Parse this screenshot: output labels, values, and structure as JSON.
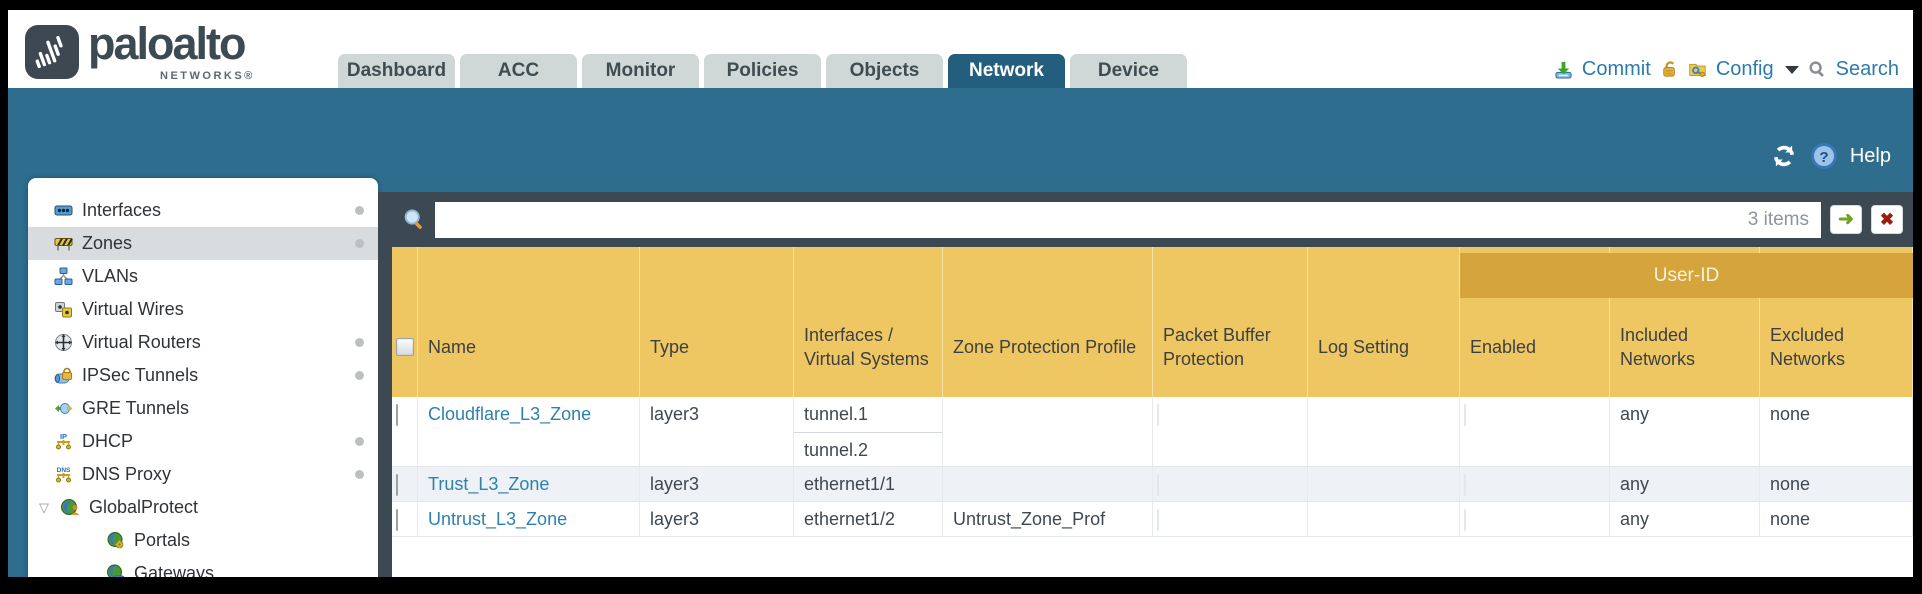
{
  "brand": {
    "wordmark": "paloalto",
    "sub": "NETWORKS®"
  },
  "tabs": [
    {
      "label": "Dashboard",
      "active": false
    },
    {
      "label": "ACC",
      "active": false
    },
    {
      "label": "Monitor",
      "active": false
    },
    {
      "label": "Policies",
      "active": false
    },
    {
      "label": "Objects",
      "active": false
    },
    {
      "label": "Network",
      "active": true
    },
    {
      "label": "Device",
      "active": false
    }
  ],
  "toolbar": {
    "commit_label": "Commit",
    "config_label": "Config",
    "search_label": "Search"
  },
  "tealbar": {
    "help_label": "Help"
  },
  "sidebar": {
    "items": [
      {
        "label": "Interfaces",
        "icon": "interfaces-icon",
        "dot": true
      },
      {
        "label": "Zones",
        "icon": "zones-icon",
        "dot": true,
        "selected": true
      },
      {
        "label": "VLANs",
        "icon": "vlans-icon",
        "dot": false
      },
      {
        "label": "Virtual Wires",
        "icon": "virtual-wires-icon",
        "dot": false
      },
      {
        "label": "Virtual Routers",
        "icon": "virtual-routers-icon",
        "dot": true
      },
      {
        "label": "IPSec Tunnels",
        "icon": "ipsec-tunnels-icon",
        "dot": true
      },
      {
        "label": "GRE Tunnels",
        "icon": "gre-tunnels-icon",
        "dot": false
      },
      {
        "label": "DHCP",
        "icon": "dhcp-icon",
        "dot": true
      },
      {
        "label": "DNS Proxy",
        "icon": "dns-proxy-icon",
        "dot": true
      },
      {
        "label": "GlobalProtect",
        "icon": "globalprotect-icon",
        "dot": false,
        "expanded": true
      },
      {
        "label": "Portals",
        "icon": "portals-icon",
        "dot": false,
        "child": true
      },
      {
        "label": "Gateways",
        "icon": "gateways-icon",
        "dot": false,
        "child": true
      }
    ]
  },
  "search_row": {
    "value": "",
    "count_label": "3 items"
  },
  "table": {
    "group_header": "User-ID",
    "columns": [
      "Name",
      "Type",
      "Interfaces / Virtual Systems",
      "Zone Protection Profile",
      "Packet Buffer Protection",
      "Log Setting",
      "Enabled",
      "Included Networks",
      "Excluded Networks"
    ],
    "rows": [
      {
        "name": "Cloudflare_L3_Zone",
        "type": "layer3",
        "interfaces": [
          "tunnel.1",
          "tunnel.2"
        ],
        "zone_protection_profile": "",
        "log_setting": "",
        "included_networks": "any",
        "excluded_networks": "none"
      },
      {
        "name": "Trust_L3_Zone",
        "type": "layer3",
        "interfaces": [
          "ethernet1/1"
        ],
        "zone_protection_profile": "",
        "log_setting": "",
        "included_networks": "any",
        "excluded_networks": "none"
      },
      {
        "name": "Untrust_L3_Zone",
        "type": "layer3",
        "interfaces": [
          "ethernet1/2"
        ],
        "zone_protection_profile": "Untrust_Zone_Prof",
        "log_setting": "",
        "included_networks": "any",
        "excluded_networks": "none"
      }
    ]
  },
  "colors": {
    "teal_band": "#2e6d8e",
    "active_tab": "#235e7e",
    "inactive_tab": "#cfd8d6",
    "dark_slate": "#3c4852",
    "header_gold": "#eec763",
    "userid_gold": "#d5a43c",
    "link_blue": "#2e81ad",
    "alt_row": "#eef1f5"
  }
}
